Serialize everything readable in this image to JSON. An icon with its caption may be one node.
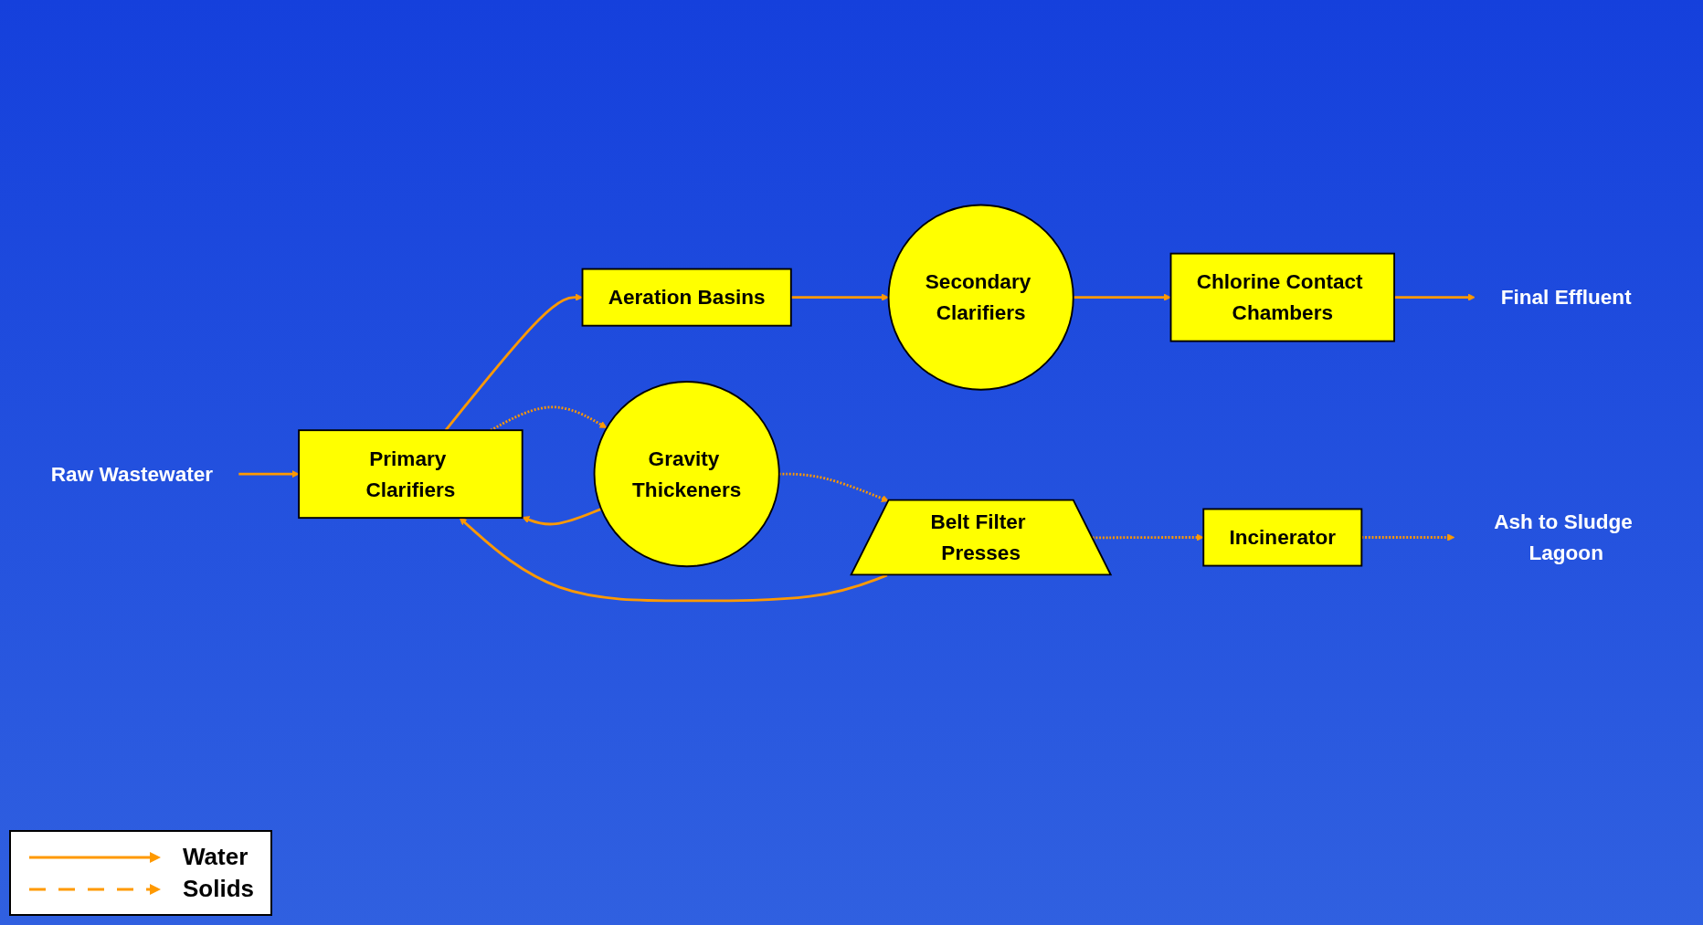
{
  "diagram": {
    "nodes": [
      {
        "text": [
          "Raw Wastewater"
        ]
      },
      {
        "text": [
          "Primary Clarifiers"
        ]
      },
      {
        "text": [
          "Aeration Basins"
        ]
      },
      {
        "text": [
          "Secondary Clarifiers"
        ]
      },
      {
        "text": [
          "Chlorine Contact Chambers"
        ]
      },
      {
        "text": [
          "Final Effluent"
        ]
      },
      {
        "text": [
          "Gravity Thickeners"
        ]
      },
      {
        "text": [
          "Belt Filter Presses"
        ]
      },
      {
        "text": [
          "Incinerator"
        ]
      },
      {
        "text": [
          "Ash to Sludge Lagoon"
        ]
      }
    ],
    "edges": [
      {
        "from": 0,
        "to": 1,
        "arrow": "to"
      },
      {
        "from": 1,
        "to": 2,
        "arrow": "to"
      },
      {
        "from": 2,
        "to": 3,
        "arrow": "to"
      },
      {
        "from": 3,
        "to": 4,
        "arrow": "to"
      },
      {
        "from": 4,
        "to": 5,
        "arrow": "to"
      },
      {
        "from": 1,
        "to": 6,
        "arrow": "to",
        "style": "dashed"
      },
      {
        "from": 6,
        "to": 7,
        "arrow": "to",
        "style": "dashed"
      },
      {
        "from": 7,
        "to": 8,
        "arrow": "to",
        "style": "dashed"
      },
      {
        "from": 8,
        "to": 9,
        "arrow": "to",
        "style": "dashed"
      },
      {
        "from": 6,
        "to": 1,
        "arrow": "to"
      },
      {
        "from": 7,
        "to": 1,
        "arrow": "to"
      }
    ],
    "legend": [
      {
        "text": "Water"
      },
      {
        "text": "Solids"
      }
    ]
  }
}
